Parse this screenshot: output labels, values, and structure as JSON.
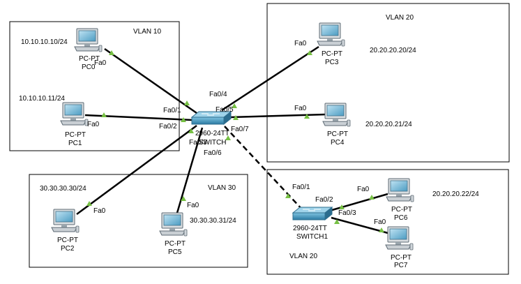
{
  "vlans": [
    {
      "id": "vlan10",
      "label": "VLAN 10"
    },
    {
      "id": "vlan20a",
      "label": "VLAN 20"
    },
    {
      "id": "vlan30",
      "label": "VLAN 30"
    },
    {
      "id": "vlan20b",
      "label": "VLAN 20"
    }
  ],
  "switches": [
    {
      "id": "switch0",
      "model": "2960-24TT",
      "name": "SWITCH"
    },
    {
      "id": "switch1",
      "model": "2960-24TT",
      "name": "SWITCH1"
    }
  ],
  "pcs": [
    {
      "id": "pc0",
      "model": "PC-PT",
      "name": "PC0",
      "ip": "10.10.10.10/24"
    },
    {
      "id": "pc1",
      "model": "PC-PT",
      "name": "PC1",
      "ip": "10.10.10.11/24"
    },
    {
      "id": "pc3",
      "model": "PC-PT",
      "name": "PC3",
      "ip": "20.20.20.20/24"
    },
    {
      "id": "pc4",
      "model": "PC-PT",
      "name": "PC4",
      "ip": "20.20.20.21/24"
    },
    {
      "id": "pc2",
      "model": "PC-PT",
      "name": "PC2",
      "ip": "30.30.30.30/24"
    },
    {
      "id": "pc5",
      "model": "PC-PT",
      "name": "PC5",
      "ip": "30.30.30.31/24"
    },
    {
      "id": "pc6",
      "model": "PC-PT",
      "name": "PC6",
      "ip": "20.20.20.22/24"
    },
    {
      "id": "pc7",
      "model": "PC-PT",
      "name": "PC7",
      "ip": ""
    }
  ],
  "ports": {
    "sw0_fa0_1": "Fa0/1",
    "sw0_fa0_2": "Fa0/2",
    "sw0_fa0_3": "Fa0/3",
    "sw0_fa0_4": "Fa0/4",
    "sw0_fa0_5": "Fa0/5",
    "sw0_fa0_6": "Fa0/6",
    "sw0_fa0_7": "Fa0/7",
    "sw1_fa0_1": "Fa0/1",
    "sw1_fa0_2": "Fa0/2",
    "sw1_fa0_3": "Fa0/3",
    "pc_fa0": "Fa0"
  },
  "links": [
    {
      "from": "pc0",
      "to": "switch0",
      "type": "straight"
    },
    {
      "from": "pc1",
      "to": "switch0",
      "type": "straight"
    },
    {
      "from": "pc3",
      "to": "switch0",
      "type": "straight"
    },
    {
      "from": "pc4",
      "to": "switch0",
      "type": "straight"
    },
    {
      "from": "pc2",
      "to": "switch0",
      "type": "straight"
    },
    {
      "from": "pc5",
      "to": "switch0",
      "type": "straight"
    },
    {
      "from": "switch0",
      "to": "switch1",
      "type": "dashed"
    },
    {
      "from": "pc6",
      "to": "switch1",
      "type": "straight"
    },
    {
      "from": "pc7",
      "to": "switch1",
      "type": "straight"
    }
  ],
  "colors": {
    "link": "#000000",
    "link_up": "#76c043",
    "switch_body": "#3a8fb7",
    "pc_screen": "#5aaed0"
  }
}
